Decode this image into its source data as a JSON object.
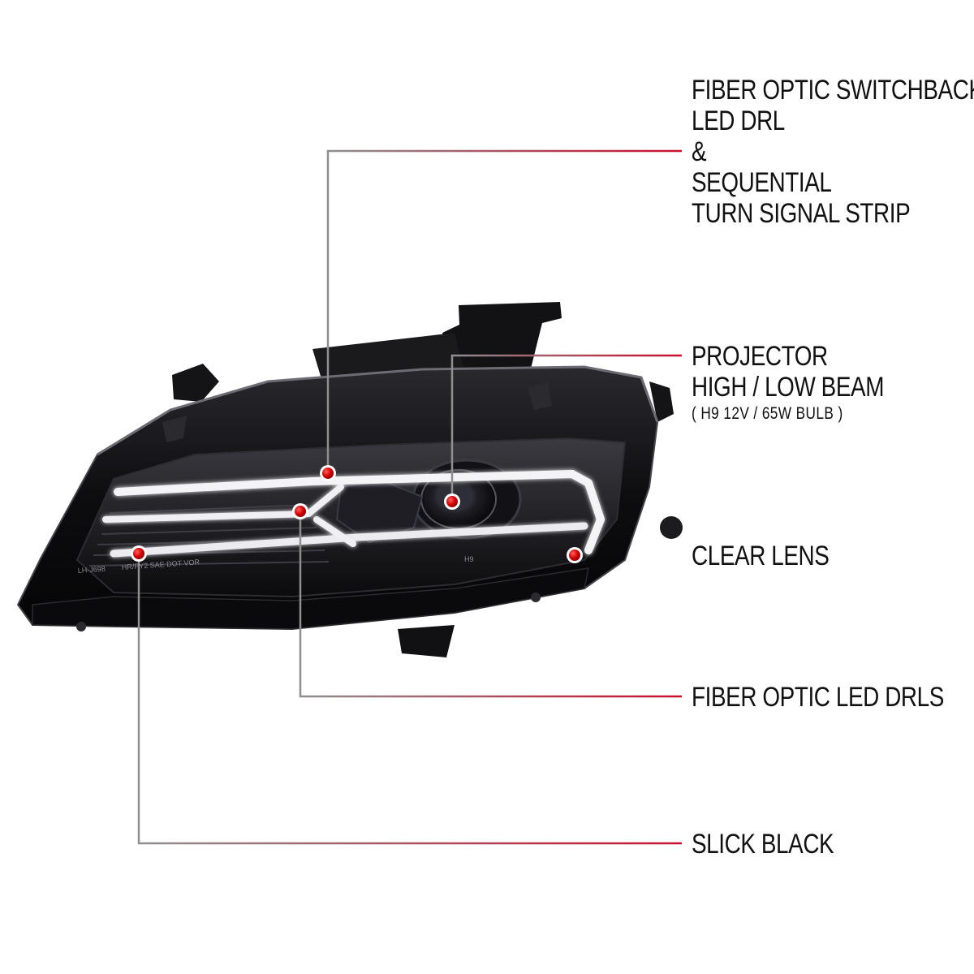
{
  "callouts": {
    "switchback": {
      "lines": [
        "FIBER OPTIC SWITCHBACK",
        "LED DRL",
        "&",
        "SEQUENTIAL",
        "TURN SIGNAL STRIP"
      ]
    },
    "projector": {
      "lines": [
        "PROJECTOR",
        "HIGH / LOW BEAM"
      ],
      "bulb_note": "( H9  12V / 65W  BULB )"
    },
    "clear_lens": {
      "label": "CLEAR LENS"
    },
    "fiber_drls": {
      "label": "FIBER OPTIC LED DRLS"
    },
    "slick_black": {
      "label": "SLICK BLACK"
    }
  },
  "lens_markings": {
    "code": "LH-J698",
    "cert": "HR/PY2 SAE DOT VOR",
    "bulb": "H9"
  },
  "colors": {
    "marker_red": "#d40000",
    "leader_start": "#8a8a8a",
    "leader_end": "#c8102e",
    "housing": "#0b0b0d",
    "light_bar": "#f4f4f6",
    "text": "#111111"
  }
}
